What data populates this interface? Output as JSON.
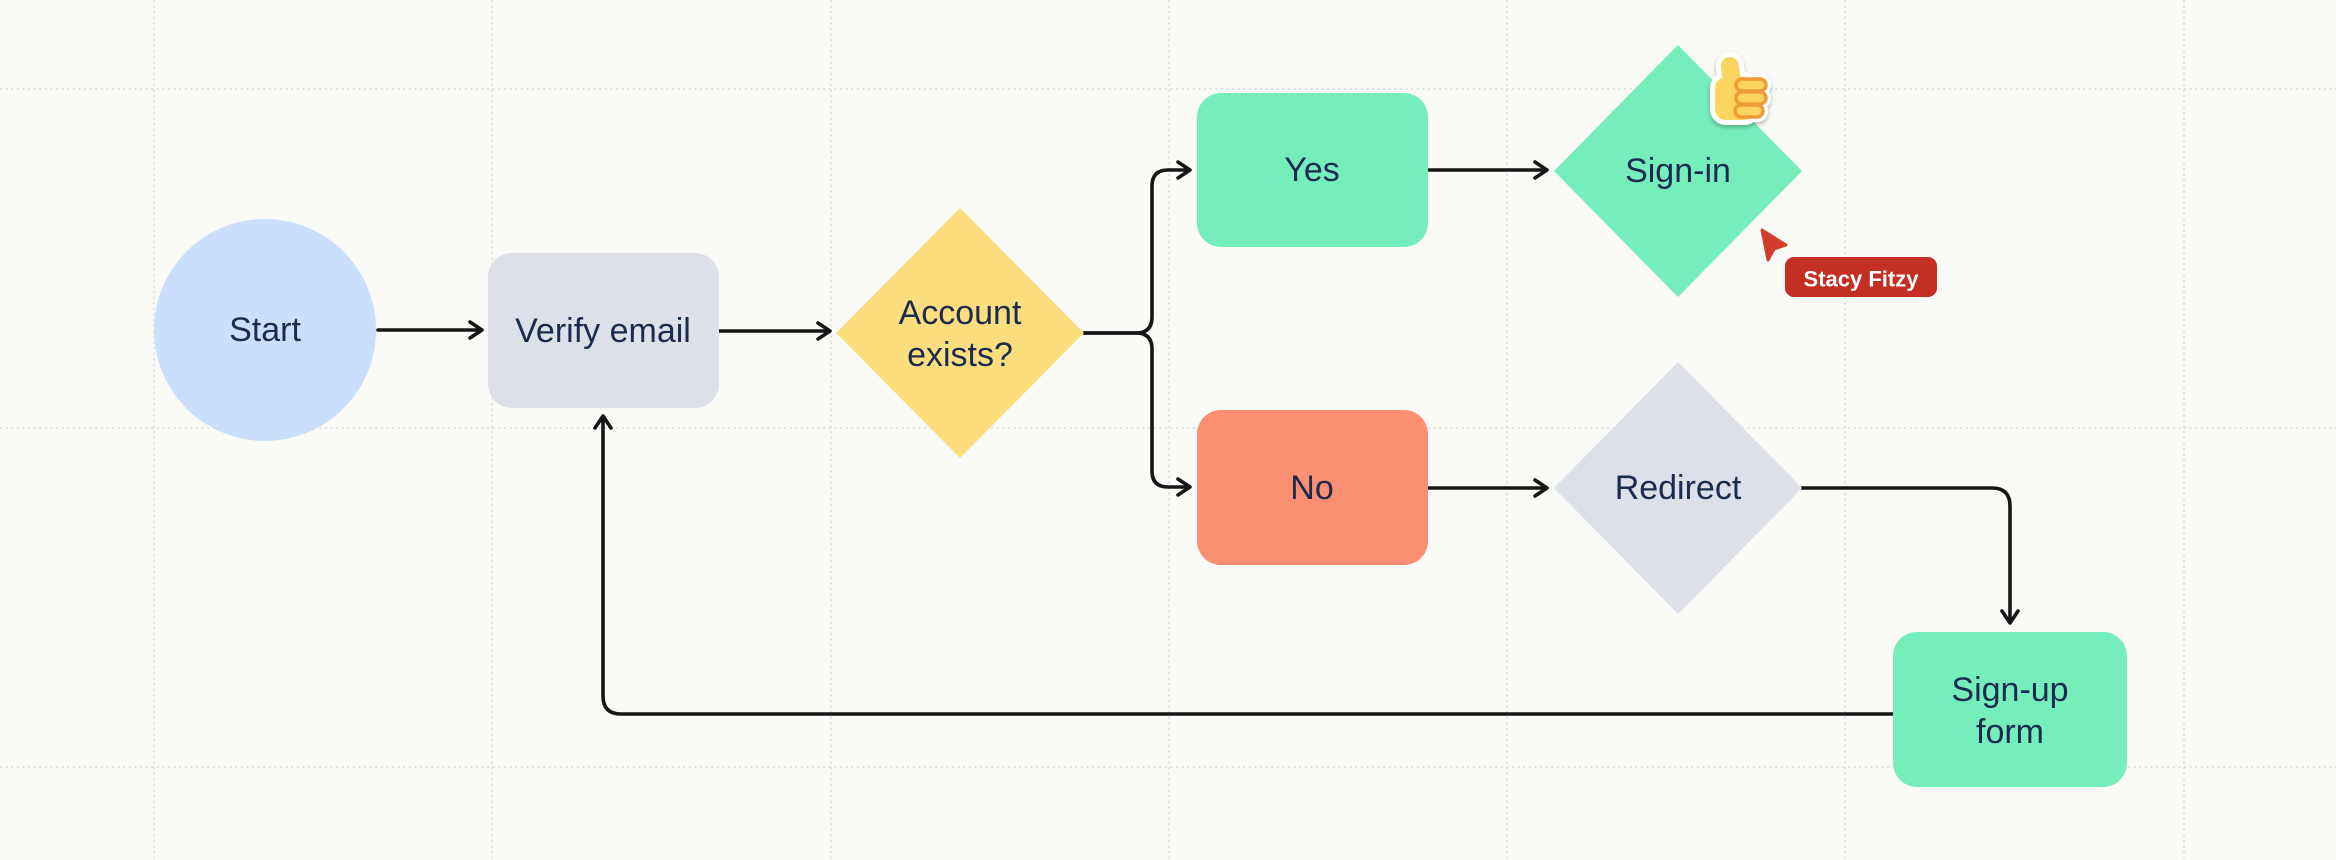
{
  "theme": {
    "background": "#fafaf7",
    "grid_dot_color": "#dcdce1",
    "connector_color": "#161616",
    "text_color": "#1b2b4f"
  },
  "nodes": {
    "start": {
      "label": "Start",
      "shape": "circle",
      "fill": "#cadffb"
    },
    "verify_email": {
      "label": "Verify email",
      "shape": "rounded-rectangle",
      "fill": "#dde0e8"
    },
    "account_exists": {
      "label": "Account exists?",
      "line1": "Account",
      "line2": "exists?",
      "shape": "diamond",
      "fill": "#fcde7e"
    },
    "yes": {
      "label": "Yes",
      "shape": "rounded-rectangle",
      "fill": "#76eebc"
    },
    "sign_in": {
      "label": "Sign-in",
      "shape": "diamond",
      "fill": "#76eebc"
    },
    "no": {
      "label": "No",
      "shape": "rounded-rectangle",
      "fill": "#fc8e72"
    },
    "redirect": {
      "label": "Redirect",
      "shape": "diamond",
      "fill": "#dde0e8"
    },
    "signup_form": {
      "label": "Sign-up form",
      "line1": "Sign-up",
      "line2": "form",
      "shape": "rounded-rectangle",
      "fill": "#76eebc"
    }
  },
  "edges": [
    {
      "from": "start",
      "to": "verify_email"
    },
    {
      "from": "verify_email",
      "to": "account_exists"
    },
    {
      "from": "account_exists",
      "to": "yes"
    },
    {
      "from": "account_exists",
      "to": "no"
    },
    {
      "from": "yes",
      "to": "sign_in"
    },
    {
      "from": "no",
      "to": "redirect"
    },
    {
      "from": "redirect",
      "to": "signup_form"
    },
    {
      "from": "signup_form",
      "to": "verify_email"
    }
  ],
  "collaborator": {
    "name": "Stacy Fitzy",
    "cursor_color": "#d23c2b",
    "label_fill": "#c32f22",
    "label_text_color": "#ffffff"
  },
  "reaction": {
    "icon": "thumbs-up-emoji",
    "base_color": "#fbd55e",
    "accent_color": "#ee9b3a",
    "outline_color": "#ffffff"
  }
}
